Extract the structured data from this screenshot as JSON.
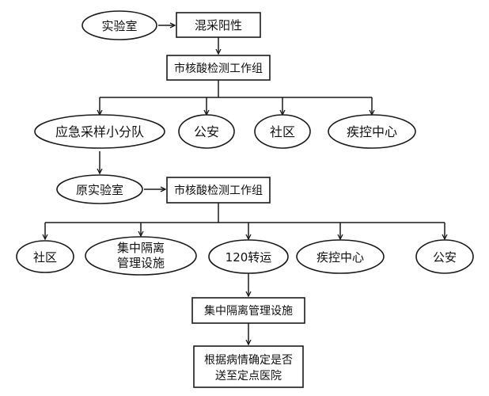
{
  "nodes": {
    "lab": "实验室",
    "mixed_positive": "混采阳性",
    "work_group_1": "市核酸检测工作组",
    "sampling_team": "应急采样小分队",
    "police_1": "公安",
    "community_1": "社区",
    "cdc_1": "疾控中心",
    "origin_lab": "原实验室",
    "work_group_2": "市核酸检测工作组",
    "community_2": "社区",
    "quarantine_facility_a": "集中隔离",
    "quarantine_facility_b": "管理设施",
    "transfer_120": "120转运",
    "cdc_2": "疾控中心",
    "police_2": "公安",
    "quarantine_box": "集中隔离管理设施",
    "decision_a": "根据病情确定是否",
    "decision_b": "送至定点医院"
  },
  "colors": {
    "stroke": "#1a1a1a",
    "fill": "#ffffff",
    "text": "#111111"
  }
}
